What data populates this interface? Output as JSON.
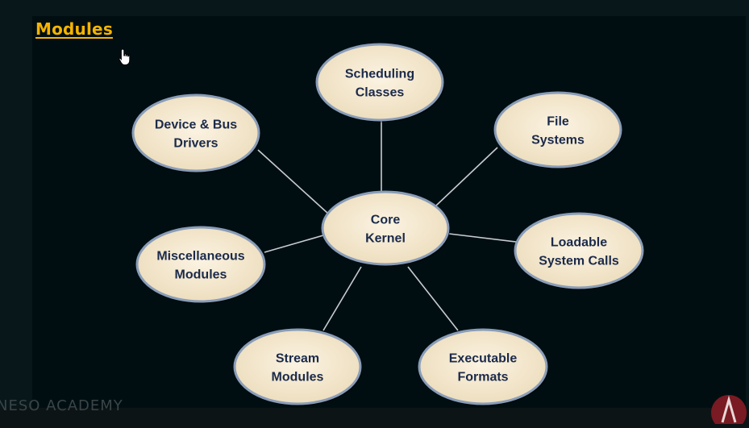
{
  "title": "Modules",
  "center": {
    "label_lines": [
      "Core",
      "Kernel"
    ]
  },
  "nodes": [
    {
      "id": "scheduling-classes",
      "label_lines": [
        "Scheduling",
        "Classes"
      ]
    },
    {
      "id": "file-systems",
      "label_lines": [
        "File",
        "Systems"
      ]
    },
    {
      "id": "loadable-system-calls",
      "label_lines": [
        "Loadable",
        "System Calls"
      ]
    },
    {
      "id": "executable-formats",
      "label_lines": [
        "Executable",
        "Formats"
      ]
    },
    {
      "id": "stream-modules",
      "label_lines": [
        "Stream",
        "Modules"
      ]
    },
    {
      "id": "miscellaneous-modules",
      "label_lines": [
        "Miscellaneous",
        "Modules"
      ]
    },
    {
      "id": "device-bus-drivers",
      "label_lines": [
        "Device & Bus",
        "Drivers"
      ]
    }
  ],
  "watermark": "NESO ACADEMY",
  "colors": {
    "node_fill": "#f4e7cc",
    "node_stroke": "#8a9db8",
    "connector": "#c8ccd0",
    "title": "#f5b400",
    "text": "#1b2a4a"
  },
  "icons": {
    "cursor": "hand-pointer-icon",
    "logo": "neso-logo-icon"
  }
}
